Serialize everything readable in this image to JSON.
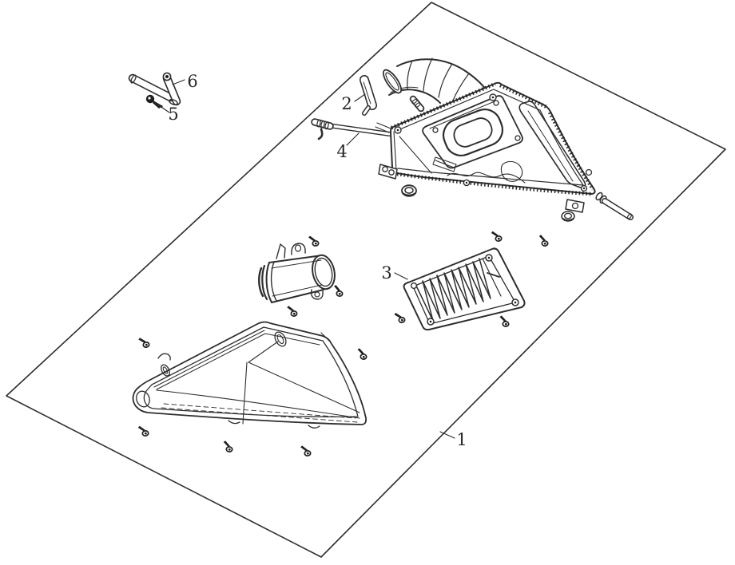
{
  "diagram": {
    "colors": {
      "background": "#ffffff",
      "line": "#2e2e2e",
      "dark": "#1f1f1f",
      "label": "#262626"
    },
    "callouts": [
      {
        "label": "1"
      },
      {
        "label": "2"
      },
      {
        "label": "3"
      },
      {
        "label": "4"
      },
      {
        "label": "5"
      },
      {
        "label": "6"
      }
    ]
  }
}
